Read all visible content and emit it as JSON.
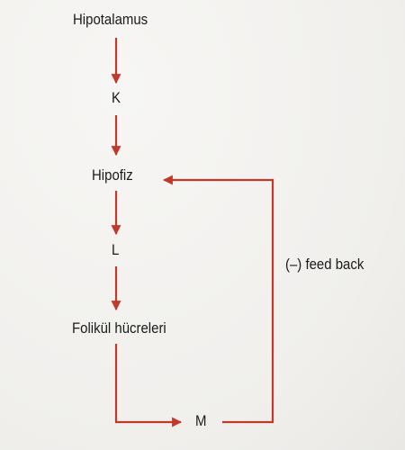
{
  "nodes": {
    "hypothalamus": "Hipotalamus",
    "k": "K",
    "pituitary": "Hipofiz",
    "l": "L",
    "follicle_cells": "Folikül hücreleri",
    "m": "M"
  },
  "feedback_label": "(–) feed back",
  "colors": {
    "arrow": "#c0392b",
    "text": "#1a1a1a",
    "background": "#f4f3f1"
  }
}
